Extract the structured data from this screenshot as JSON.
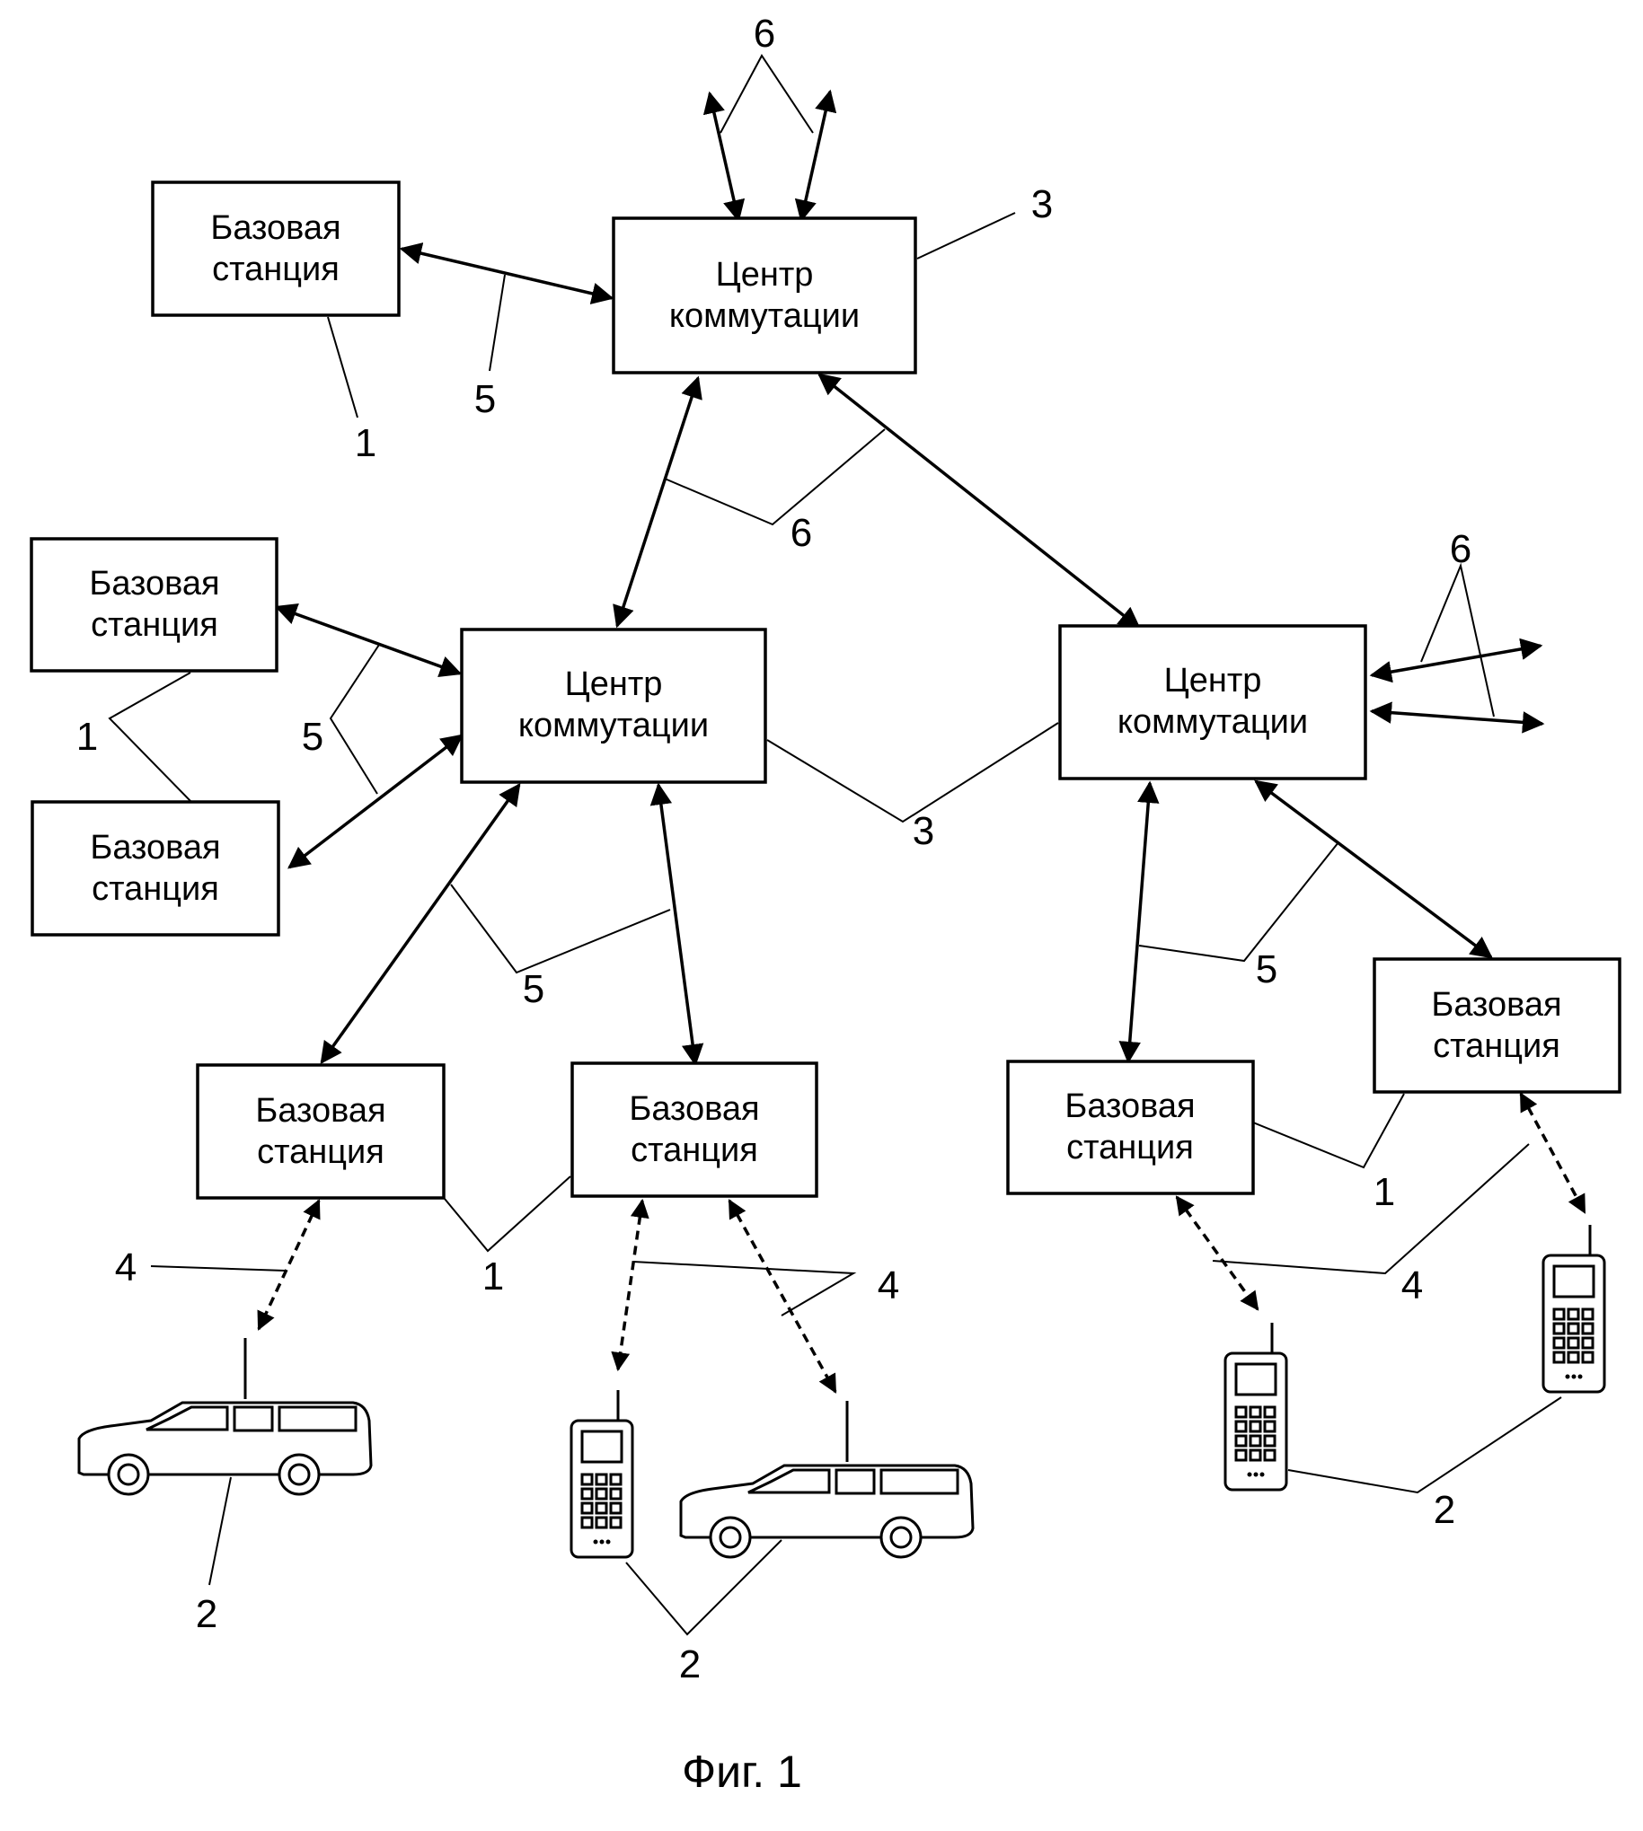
{
  "labels": {
    "base_station_line1": "Базовая",
    "base_station_line2": "станция",
    "switch_center_line1": "Центр",
    "switch_center_line2": "коммутации",
    "ref_base_station": "1",
    "ref_mobile_station": "2",
    "ref_switch_center": "3",
    "ref_radio_link": "4",
    "ref_bs_msc_link": "5",
    "ref_msc_link": "6"
  },
  "caption": "Фиг. 1"
}
